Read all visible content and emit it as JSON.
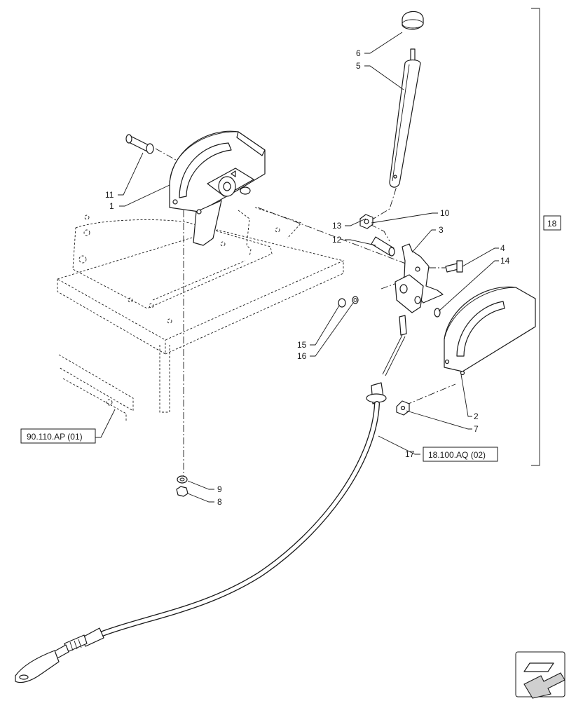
{
  "callouts": [
    "1",
    "2",
    "3",
    "4",
    "5",
    "6",
    "7",
    "8",
    "9",
    "10",
    "11",
    "12",
    "13",
    "14",
    "15",
    "16",
    "17"
  ],
  "group_label": "18",
  "refs": {
    "frame": "90.110.AP (01)",
    "cable": "18.100.AQ (02)"
  },
  "icons": {
    "nav": "next-arrow-icon"
  },
  "colors": {
    "line": "#1a1a1a",
    "fill": "#ffffff"
  }
}
